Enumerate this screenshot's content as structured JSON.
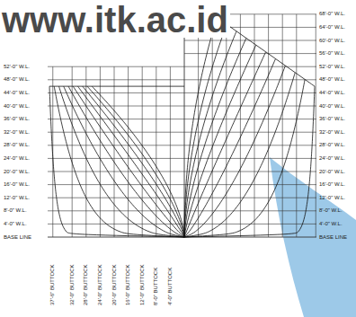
{
  "diagram": {
    "labels": [
      "www.itk.ac.id",
      "52'-0\" W.L.",
      "48'-0\" W.L.",
      "44'-0\" W.L.",
      "40'-0\" W.L.",
      "36'-0\" W.L.",
      "32'-0\" W.L.",
      "28'-0\" W.L.",
      "24'-0\" W.L.",
      "20'-0\" W.L.",
      "16'-0\" W.L.",
      "12'-0\" W.L.",
      "8'-0\" W.L.",
      "4'-0\" W.L.",
      "BASE LINE",
      "68'-0\" W.L.",
      "64'-0\" W.L.",
      "60'-0\" W.L.",
      "56'-0\" W.L.",
      "52'-0\" W.L.",
      "48'-0\" W.L.",
      "44'-0\" W.L.",
      "40'-0\" W.L.",
      "36'-0\" W.L.",
      "32'-0\" W.L.",
      "28'-0\" W.L.",
      "24'-0\" W.L.",
      "20'-0\" W.L.",
      "16'-0\" W.L.",
      "12'-0\" W.L.",
      "8'-0\" W.L.",
      "4'-0\" W.L.",
      "BASE LINE",
      "37'-6\" BUTTOCK",
      "32'-0\" BUTTOCK",
      "28'-0\" BUTTOCK",
      "24'-0\" BUTTOCK",
      "20'-0\" BUTTOCK",
      "16'-0\" BUTTOCK",
      "12'-0\" BUTTOCK",
      "8'-0\" BUTTOCK",
      "4'-0\" BUTTOCK"
    ]
  }
}
